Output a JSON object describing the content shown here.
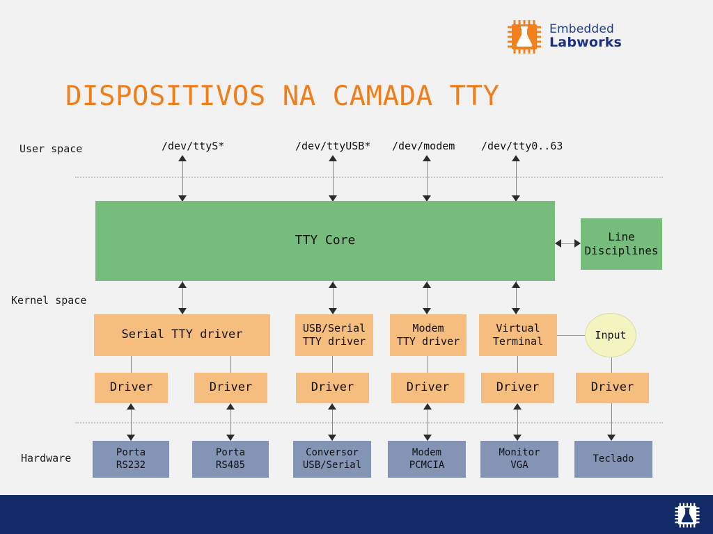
{
  "brand": {
    "line1": "Embedded",
    "line2": "Labworks",
    "logo_icon": "chip-flask-icon",
    "accent_color": "#F2811D",
    "text_color": "#1B3180"
  },
  "title": "DISPOSITIVOS NA CAMADA TTY",
  "title_color": "#F07D18",
  "background_color": "#F2F2F2",
  "zones": {
    "user": "User space",
    "kernel": "Kernel space",
    "hardware": "Hardware"
  },
  "device_nodes": [
    "/dev/ttyS*",
    "/dev/ttyUSB*",
    "/dev/modem",
    "/dev/tty0..63"
  ],
  "core": {
    "label": "TTY Core",
    "color": "#76BD7D"
  },
  "line_disciplines": {
    "label_line1": "Line",
    "label_line2": "Disciplines",
    "color": "#76BD7D"
  },
  "tty_drivers": [
    {
      "line1": "Serial TTY driver",
      "line2": ""
    },
    {
      "line1": "USB/Serial",
      "line2": "TTY driver"
    },
    {
      "line1": "Modem",
      "line2": "TTY driver"
    },
    {
      "line1": "Virtual",
      "line2": "Terminal"
    }
  ],
  "input_node": {
    "label": "Input",
    "color": "#F3F4C0"
  },
  "drivers": [
    "Driver",
    "Driver",
    "Driver",
    "Driver",
    "Driver",
    "Driver"
  ],
  "hardware": [
    {
      "line1": "Porta",
      "line2": "RS232"
    },
    {
      "line1": "Porta",
      "line2": "RS485"
    },
    {
      "line1": "Conversor",
      "line2": "USB/Serial"
    },
    {
      "line1": "Modem",
      "line2": "PCMCIA"
    },
    {
      "line1": "Monitor",
      "line2": "VGA"
    },
    {
      "line1": "Teclado",
      "line2": ""
    }
  ],
  "colors": {
    "driver_box": "#F5BD7E",
    "hardware_box": "#8494B4",
    "footer": "#122B66"
  },
  "footer": {
    "logo_icon": "chip-flask-icon"
  }
}
